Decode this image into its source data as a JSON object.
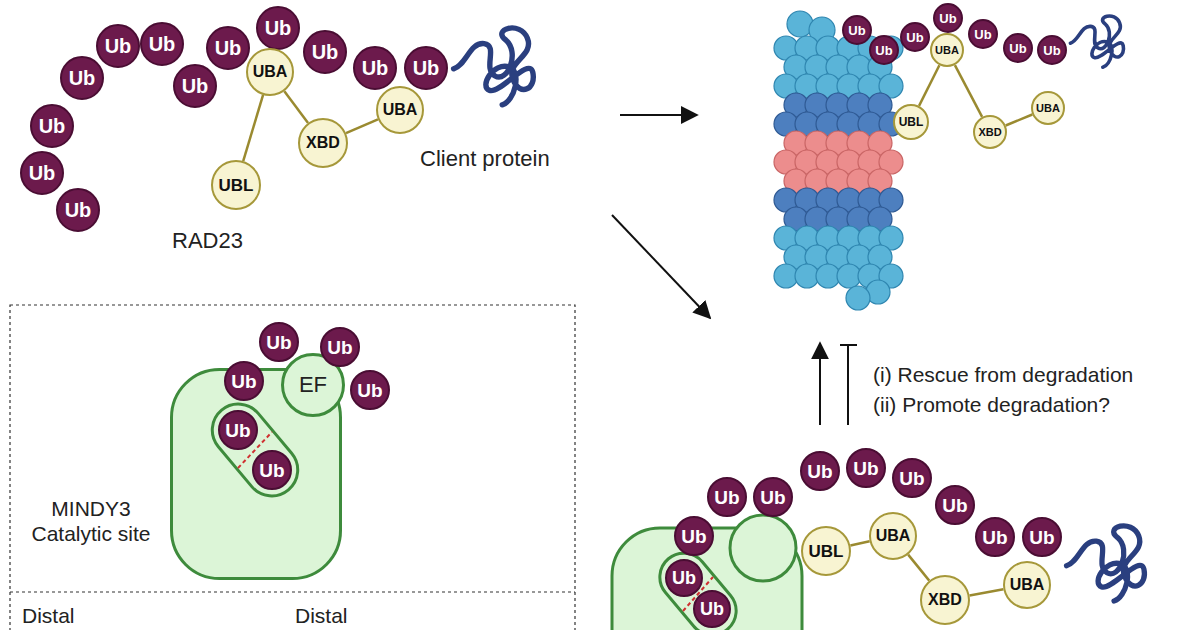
{
  "diagram": {
    "nodes": [
      {
        "text": [
          "Ub"
        ]
      },
      {
        "text": [
          "Ub"
        ]
      },
      {
        "text": [
          "Ub"
        ]
      },
      {
        "text": [
          "Ub"
        ]
      },
      {
        "text": [
          "Ub"
        ]
      },
      {
        "text": [
          "Ub"
        ]
      },
      {
        "text": [
          "Ub"
        ]
      },
      {
        "text": [
          "Ub"
        ]
      },
      {
        "text": [
          "Ub"
        ]
      },
      {
        "text": [
          "Ub"
        ]
      },
      {
        "text": [
          "Ub"
        ]
      },
      {
        "text": [
          "Ub"
        ]
      },
      {
        "text": [
          "UBA"
        ]
      },
      {
        "text": [
          "UBL"
        ]
      },
      {
        "text": [
          "XBD"
        ]
      },
      {
        "text": [
          "UBA"
        ]
      },
      {
        "text": [
          "Ub"
        ]
      },
      {
        "text": [
          "Ub"
        ]
      },
      {
        "text": [
          "Ub"
        ]
      },
      {
        "text": [
          "Ub"
        ]
      },
      {
        "text": [
          "Ub"
        ]
      },
      {
        "text": [
          "Ub"
        ]
      },
      {
        "text": [
          "Ub"
        ]
      },
      {
        "text": [
          "UBA"
        ]
      },
      {
        "text": [
          "UBL"
        ]
      },
      {
        "text": [
          "XBD"
        ]
      },
      {
        "text": [
          "UBA"
        ]
      },
      {
        "text": [
          "MINDY3 Catalytic site"
        ]
      },
      {
        "text": [
          "Ub"
        ]
      },
      {
        "text": [
          "Ub"
        ]
      },
      {
        "text": [
          "Ub"
        ]
      },
      {
        "text": [
          "Ub"
        ]
      },
      {
        "text": [
          "EF"
        ],
        "in": 27
      },
      {
        "text": [
          "Ub"
        ],
        "in": 27
      },
      {
        "text": [
          "Ub"
        ],
        "in": 27
      },
      {
        "text": [
          "Ub"
        ]
      },
      {
        "text": [
          "Ub"
        ]
      },
      {
        "text": [
          "Ub"
        ]
      },
      {
        "text": [
          "Ub"
        ]
      },
      {
        "text": [
          "Ub"
        ]
      },
      {
        "text": [
          "Ub"
        ]
      },
      {
        "text": [
          "Ub"
        ]
      },
      {
        "text": [
          "Ub"
        ]
      },
      {
        "text": [
          "Ub"
        ]
      },
      {
        "text": [
          "Ub"
        ]
      },
      {
        "text": [
          "Ub"
        ]
      },
      {
        "text": [
          "UBL"
        ]
      },
      {
        "text": [
          "UBA"
        ]
      },
      {
        "text": [
          "XBD"
        ]
      },
      {
        "text": [
          "UBA"
        ]
      }
    ],
    "edges": [
      {
        "from": 13,
        "to": 12,
        "arrow": "none"
      },
      {
        "from": 12,
        "to": 14,
        "arrow": "none"
      },
      {
        "from": 14,
        "to": 15,
        "arrow": "none"
      },
      {
        "from": 24,
        "to": 23,
        "arrow": "none"
      },
      {
        "from": 23,
        "to": 25,
        "arrow": "none"
      },
      {
        "from": 25,
        "to": 26,
        "arrow": "none"
      },
      {
        "from": 46,
        "to": 47,
        "arrow": "none"
      },
      {
        "from": 47,
        "to": 48,
        "arrow": "none"
      },
      {
        "from": 48,
        "to": 49,
        "arrow": "none"
      }
    ],
    "labels": [
      "RAD23",
      "Client protein",
      "(i) Rescue from degradation",
      "(ii) Promote degradation?",
      "Distal",
      "Distal"
    ]
  }
}
